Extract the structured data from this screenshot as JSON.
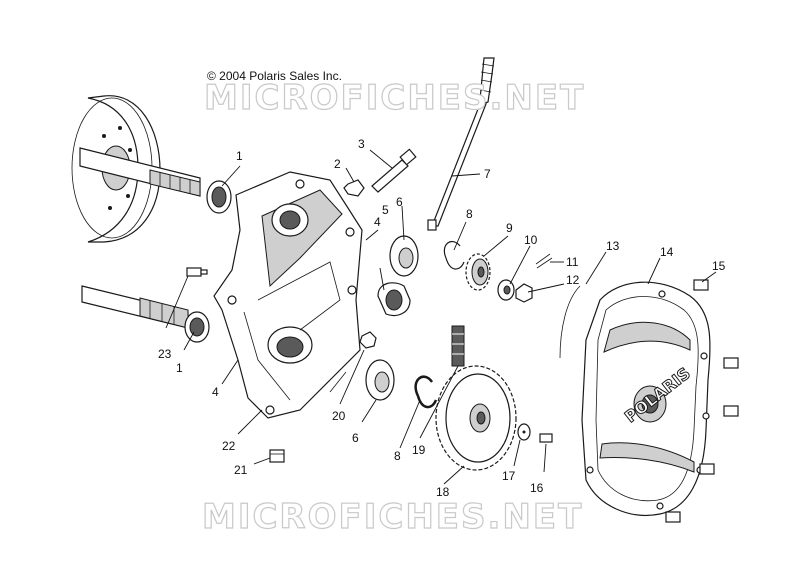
{
  "copyright": "© 2004 Polaris Sales Inc.",
  "watermark": "MICROFICHES.NET",
  "cover_logo": "POLARIS",
  "callouts": [
    {
      "id": "c1a",
      "label": "1"
    },
    {
      "id": "c1b",
      "label": "1"
    },
    {
      "id": "c2",
      "label": "2"
    },
    {
      "id": "c3",
      "label": "3"
    },
    {
      "id": "c4a",
      "label": "4"
    },
    {
      "id": "c4b",
      "label": "4"
    },
    {
      "id": "c5",
      "label": "5"
    },
    {
      "id": "c6a",
      "label": "6"
    },
    {
      "id": "c6b",
      "label": "6"
    },
    {
      "id": "c7",
      "label": "7"
    },
    {
      "id": "c8a",
      "label": "8"
    },
    {
      "id": "c8b",
      "label": "8"
    },
    {
      "id": "c9",
      "label": "9"
    },
    {
      "id": "c10",
      "label": "10"
    },
    {
      "id": "c11",
      "label": "11"
    },
    {
      "id": "c12",
      "label": "12"
    },
    {
      "id": "c13",
      "label": "13"
    },
    {
      "id": "c14",
      "label": "14"
    },
    {
      "id": "c15",
      "label": "15"
    },
    {
      "id": "c16",
      "label": "16"
    },
    {
      "id": "c17",
      "label": "17"
    },
    {
      "id": "c18",
      "label": "18"
    },
    {
      "id": "c19",
      "label": "19"
    },
    {
      "id": "c20",
      "label": "20"
    },
    {
      "id": "c21",
      "label": "21"
    },
    {
      "id": "c22",
      "label": "22"
    },
    {
      "id": "c23",
      "label": "23"
    }
  ]
}
